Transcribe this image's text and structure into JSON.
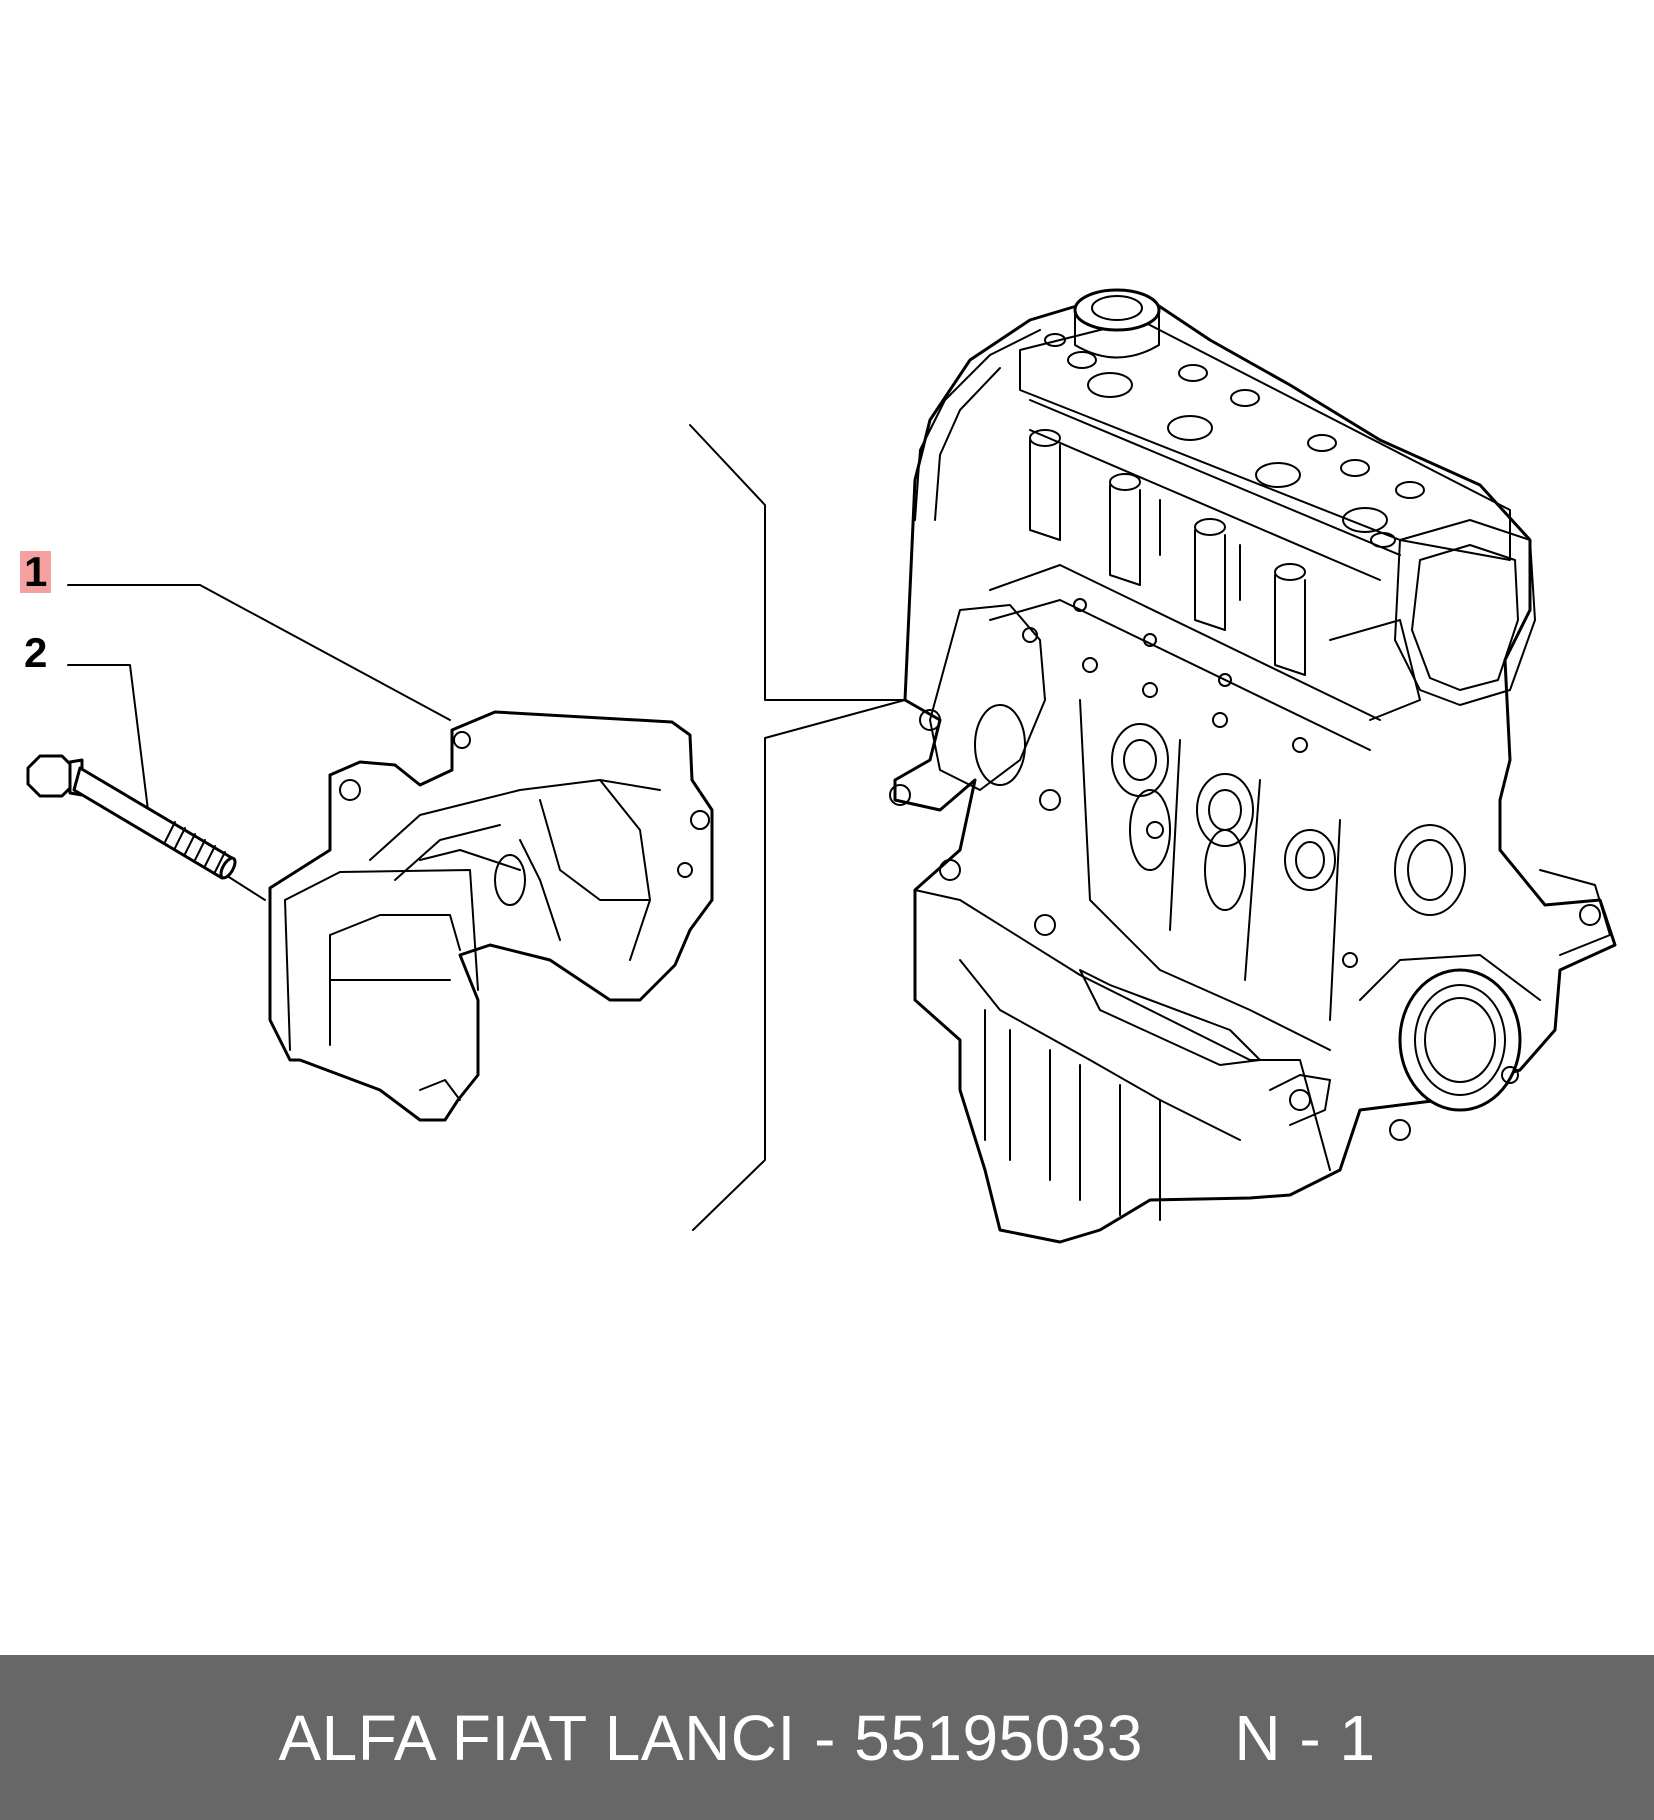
{
  "callouts": [
    {
      "number": "1",
      "highlighted": true,
      "highlight_color": "#f4a0a0"
    },
    {
      "number": "2",
      "highlighted": false
    }
  ],
  "footer": {
    "brand": "ALFA FIAT LANCI",
    "separator": "-",
    "part_number": "55195033",
    "note": "N - 1",
    "background_color": "#676767",
    "text_color": "#ffffff"
  },
  "components": [
    {
      "id": "cover",
      "icon": "engine-cover-bracket"
    },
    {
      "id": "bolt",
      "icon": "hex-flange-bolt"
    },
    {
      "id": "engine",
      "icon": "engine-block-assembly"
    }
  ]
}
